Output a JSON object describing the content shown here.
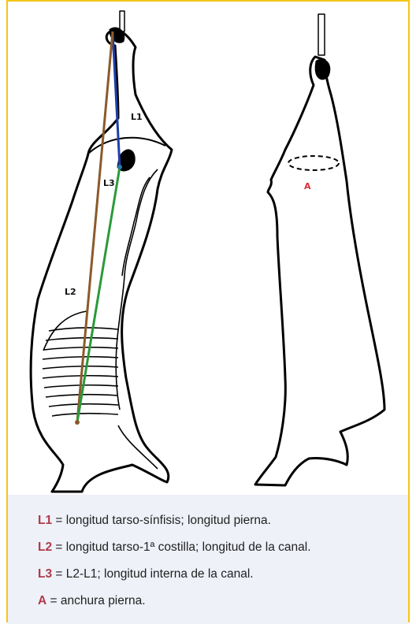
{
  "diagram": {
    "labels": {
      "L1": "L1",
      "L2": "L2",
      "L3": "L3",
      "A": "A"
    },
    "colors": {
      "L1": "#1f3fa8",
      "L2": "#8b5a2b",
      "L3": "#2a9a3a",
      "A": "#d9303a",
      "accent": "#b03a4a",
      "border": "#f5c518"
    }
  },
  "legend": [
    {
      "key": "L1",
      "text": " = longitud tarso-sínfisis; longitud pierna."
    },
    {
      "key": "L2",
      "text": " = longitud tarso-1ª costilla; longitud de la canal."
    },
    {
      "key": "L3",
      "text": " = L2-L1; longitud interna de la canal."
    },
    {
      "key": "A",
      "text": " = anchura pierna."
    }
  ]
}
